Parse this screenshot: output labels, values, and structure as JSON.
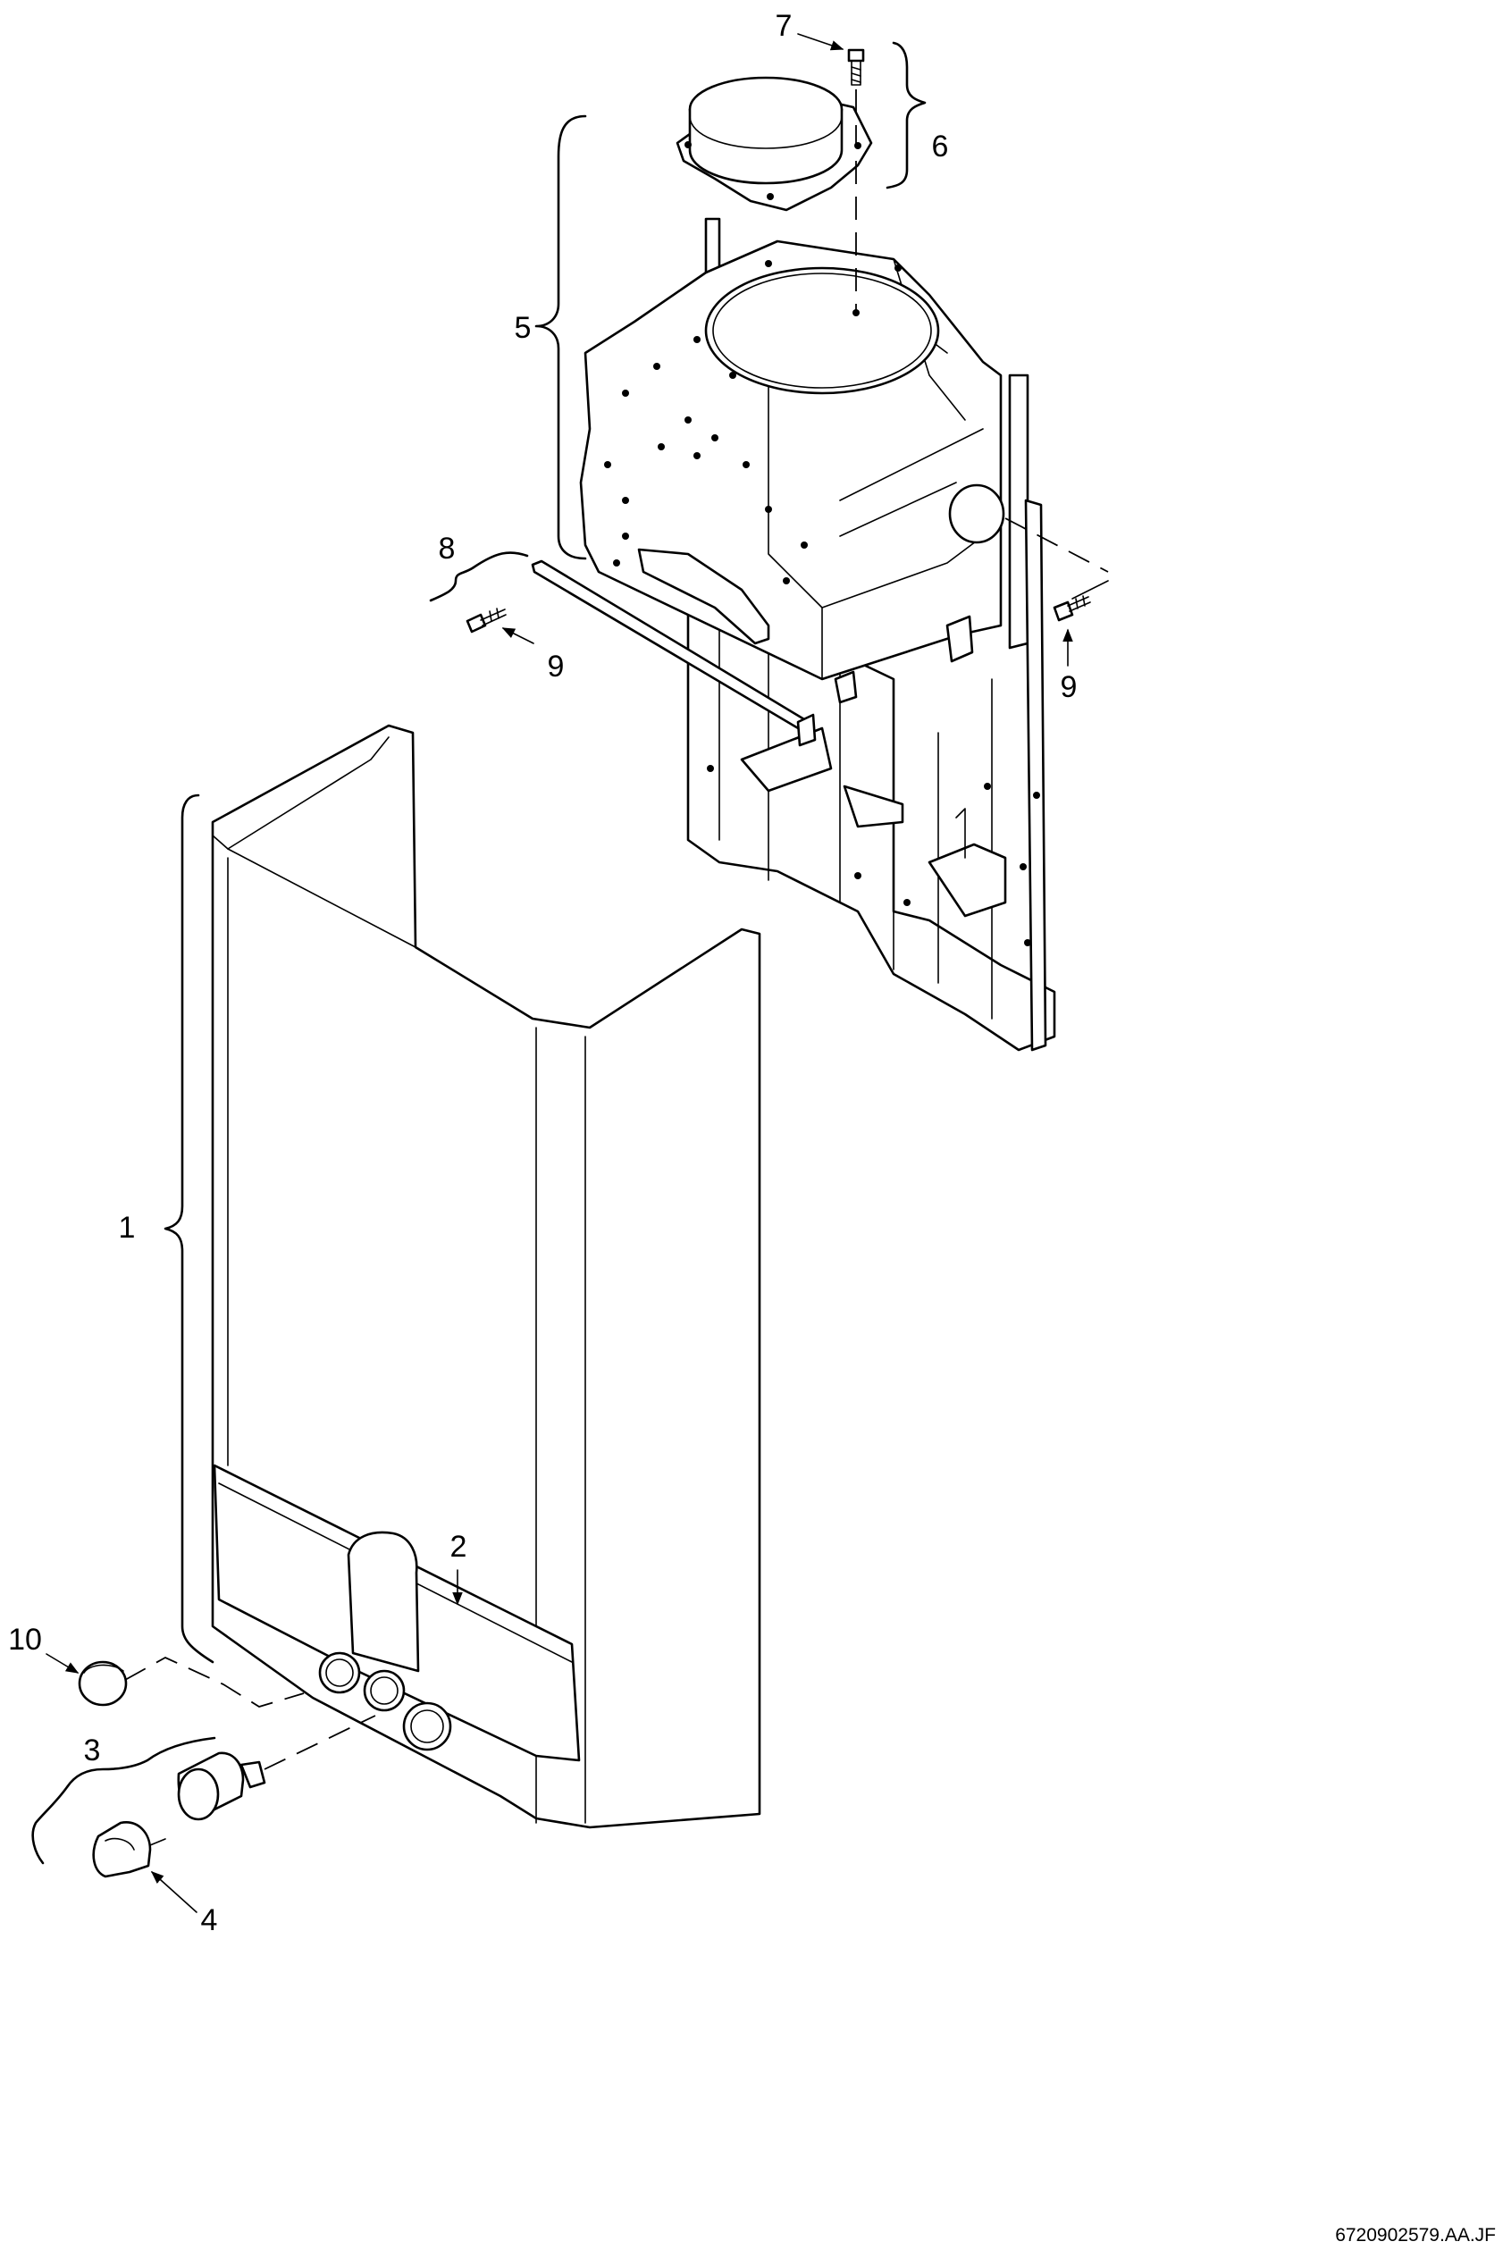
{
  "callouts": {
    "c1": "1",
    "c2": "2",
    "c3": "3",
    "c4": "4",
    "c5": "5",
    "c6": "6",
    "c7": "7",
    "c8": "8",
    "c9a": "9",
    "c9b": "9",
    "c10": "10"
  },
  "drawing_code": "6720902579.AA.JF"
}
